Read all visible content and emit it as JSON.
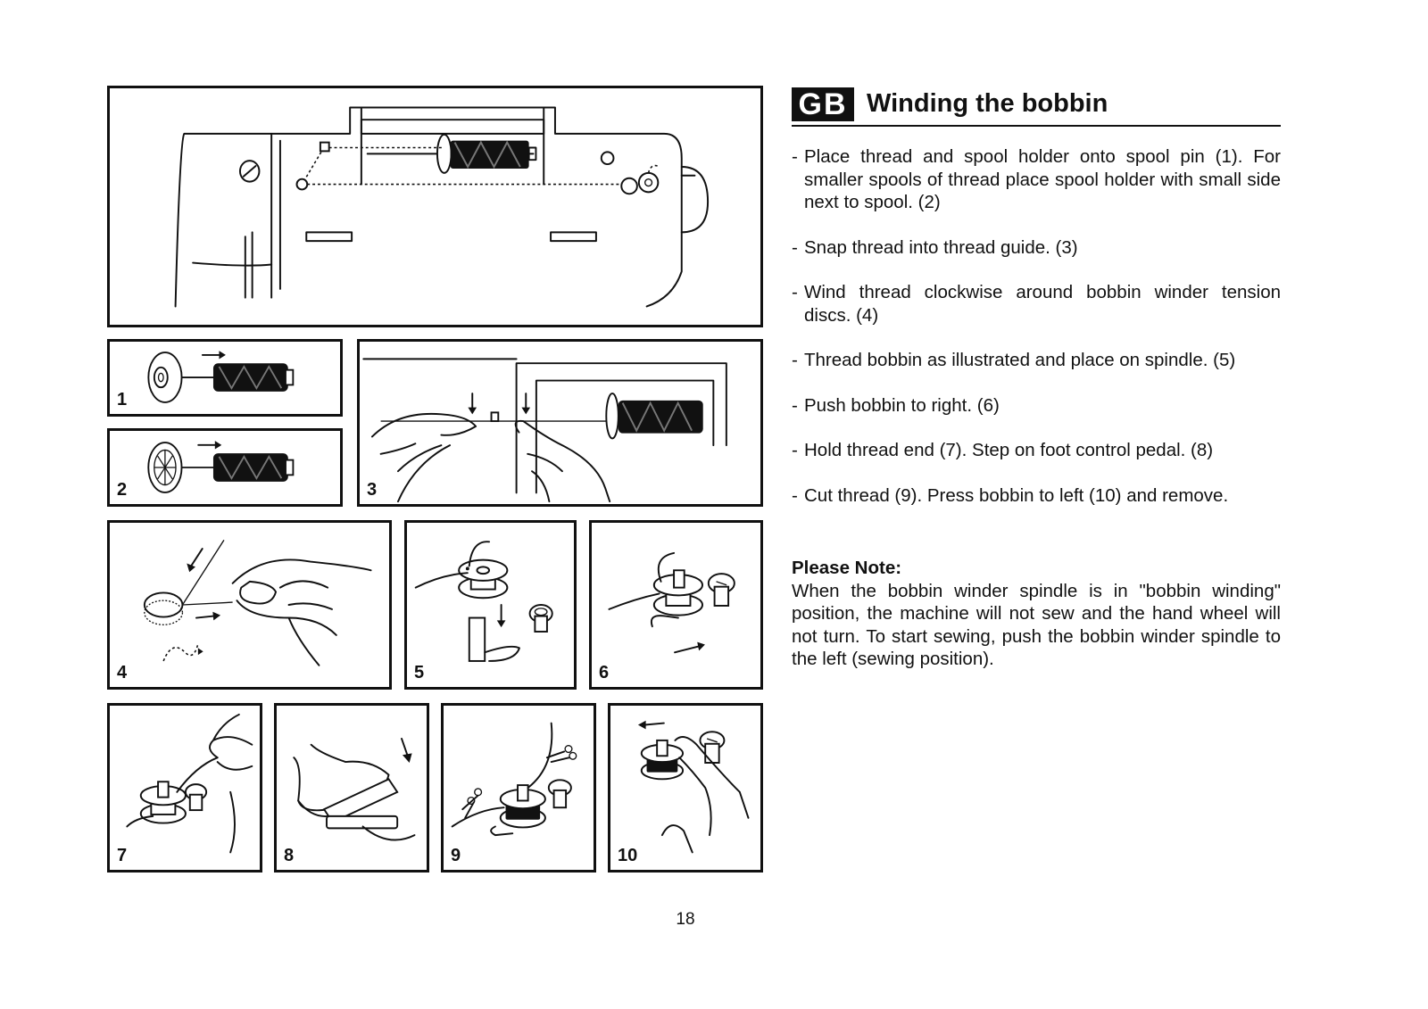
{
  "header": {
    "language_badge": "GB",
    "title": "Winding the bobbin"
  },
  "steps": [
    "Place thread and spool holder onto spool pin (1). For smaller spools of thread place spool holder with small side next to spool. (2)",
    "Snap thread into thread guide. (3)",
    "Wind thread clockwise around bobbin winder tension discs. (4)",
    "Thread bobbin as illustrated and place on spindle. (5)",
    "Push bobbin to right. (6)",
    "Hold thread end (7). Step on foot control pedal. (8)",
    "Cut thread (9). Press bobbin to left (10) and remove."
  ],
  "note": {
    "title": "Please Note:",
    "body": "When the bobbin winder spindle is in \"bobbin winding\" position, the machine will not sew and the hand wheel will not turn. To start sewing, push the bobbin winder spindle to the left (sewing position)."
  },
  "figures": {
    "f1": "1",
    "f2": "2",
    "f3": "3",
    "f4": "4",
    "f5": "5",
    "f6": "6",
    "f7": "7",
    "f8": "8",
    "f9": "9",
    "f10": "10"
  },
  "page_number": "18"
}
